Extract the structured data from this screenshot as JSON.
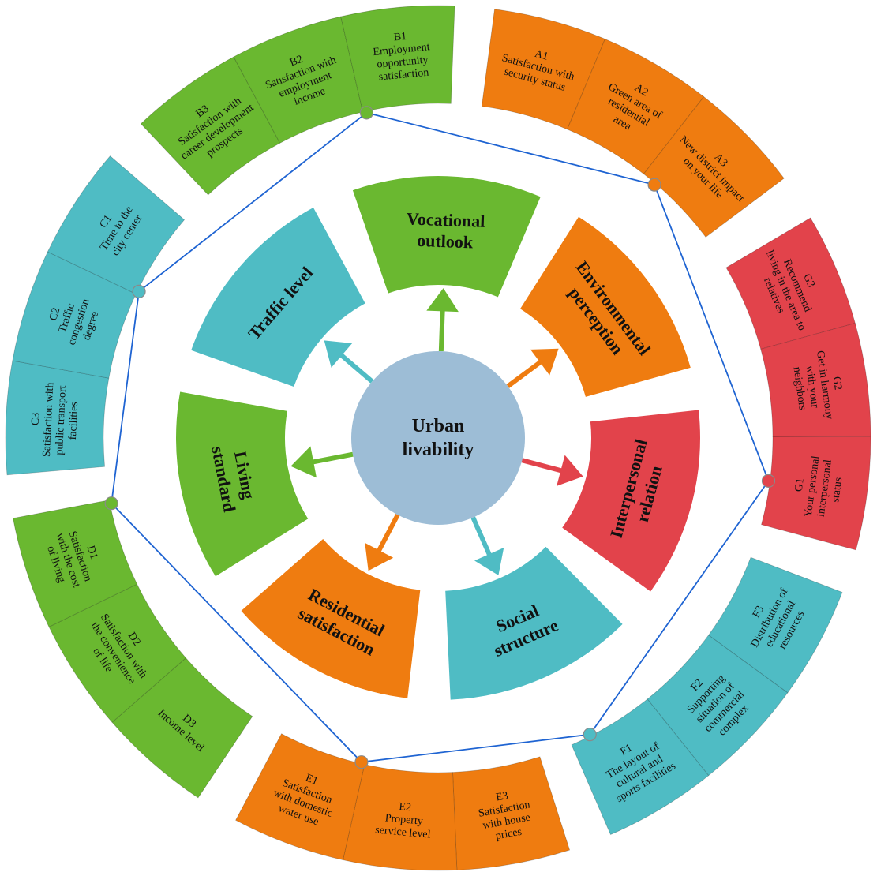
{
  "center": {
    "lines": [
      "Urban",
      "livability"
    ],
    "color": "#9dbdd6"
  },
  "colors": {
    "green": "#6ab830",
    "orange": "#ef7c10",
    "teal": "#4fbcc4",
    "red": "#e2434b",
    "polygon": "#1f64d2"
  },
  "dimensions": [
    {
      "id": "vocational",
      "lines": [
        "Vocational",
        "outlook"
      ],
      "color": "#6ab830"
    },
    {
      "id": "environmental",
      "lines": [
        "Environmental",
        "perception"
      ],
      "color": "#ef7c10"
    },
    {
      "id": "interpersonal",
      "lines": [
        "Interpersonal",
        "relation"
      ],
      "color": "#e2434b"
    },
    {
      "id": "social",
      "lines": [
        "Social",
        "structure"
      ],
      "color": "#4fbcc4"
    },
    {
      "id": "residential",
      "lines": [
        "Residential",
        "satisfaction"
      ],
      "color": "#ef7c10"
    },
    {
      "id": "living",
      "lines": [
        "Living",
        "standard"
      ],
      "color": "#6ab830"
    },
    {
      "id": "traffic",
      "lines": [
        "Traffic level"
      ],
      "color": "#4fbcc4"
    }
  ],
  "indicators": [
    {
      "code": "A1",
      "lines": [
        "Satisfaction with",
        "security status"
      ],
      "color": "#ef7c10"
    },
    {
      "code": "A2",
      "lines": [
        "Green area of",
        "residential",
        "area"
      ],
      "color": "#ef7c10"
    },
    {
      "code": "A3",
      "lines": [
        "New district impact",
        "on your life"
      ],
      "color": "#ef7c10"
    },
    {
      "code": "G3",
      "lines": [
        "Recommend",
        "living in the area to",
        "relatives"
      ],
      "color": "#e2434b"
    },
    {
      "code": "G2",
      "lines": [
        "Get in harmony",
        "with your",
        "neighbors"
      ],
      "color": "#e2434b"
    },
    {
      "code": "G1",
      "lines": [
        "Your personal",
        "interpersonal",
        "status"
      ],
      "color": "#e2434b"
    },
    {
      "code": "F3",
      "lines": [
        "Distribution of",
        "educational",
        "resources"
      ],
      "color": "#4fbcc4"
    },
    {
      "code": "F2",
      "lines": [
        "Supporting",
        "situation of",
        "commercial",
        "complex"
      ],
      "color": "#4fbcc4"
    },
    {
      "code": "F1",
      "lines": [
        "The layout of",
        "cultural and",
        "sports facilities"
      ],
      "color": "#4fbcc4"
    },
    {
      "code": "E3",
      "lines": [
        "Satisfaction",
        "with house",
        "prices"
      ],
      "color": "#ef7c10"
    },
    {
      "code": "E2",
      "lines": [
        "Property",
        "service level"
      ],
      "color": "#ef7c10"
    },
    {
      "code": "E1",
      "lines": [
        "Satisfaction",
        "with domestic",
        "water use"
      ],
      "color": "#ef7c10"
    },
    {
      "code": "D3",
      "lines": [
        "Income level"
      ],
      "color": "#6ab830"
    },
    {
      "code": "D2",
      "lines": [
        "Satisfaction with",
        "the convenience",
        "of life"
      ],
      "color": "#6ab830"
    },
    {
      "code": "D1",
      "lines": [
        "Satisfaction",
        "with the cost",
        "of living"
      ],
      "color": "#6ab830"
    },
    {
      "code": "C3",
      "lines": [
        "Satisfaction with",
        "public transport",
        "facilities"
      ],
      "color": "#4fbcc4"
    },
    {
      "code": "C2",
      "lines": [
        "Traffic",
        "congestion",
        "degree"
      ],
      "color": "#4fbcc4"
    },
    {
      "code": "C1",
      "lines": [
        "Time to the",
        "city center"
      ],
      "color": "#4fbcc4"
    },
    {
      "code": "B3",
      "lines": [
        "Satisfaction with",
        "career development",
        "prospects"
      ],
      "color": "#6ab830"
    },
    {
      "code": "B2",
      "lines": [
        "Satisfaction with",
        "employment",
        "income"
      ],
      "color": "#6ab830"
    },
    {
      "code": "B1",
      "lines": [
        "Employment",
        "opportunity",
        "satisfaction"
      ],
      "color": "#6ab830"
    }
  ]
}
